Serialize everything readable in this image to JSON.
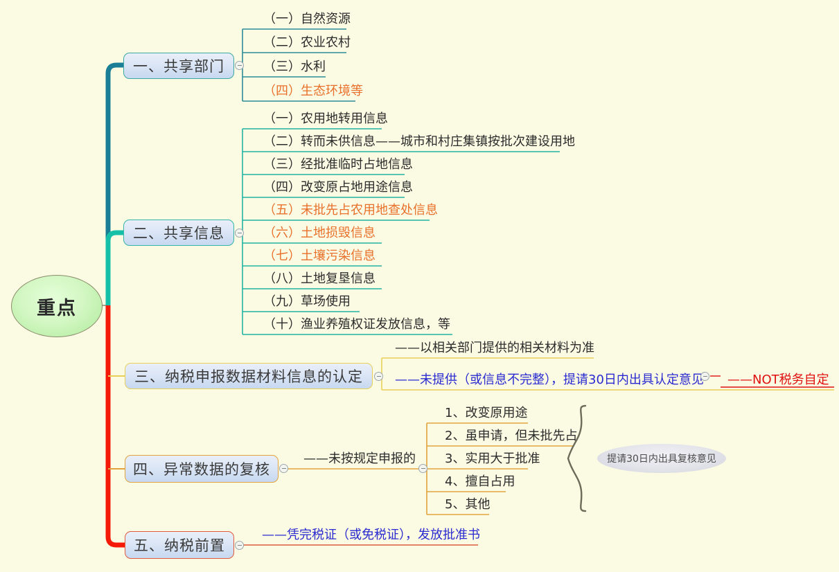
{
  "root": {
    "label": "重点"
  },
  "colors": {
    "background": "#fbfbe4",
    "trunk_top": "#1a7f96",
    "trunk_mid": "#16c0a8",
    "trunk_bottom": "#f51a08",
    "branch1": "#2b8b96",
    "branch2": "#22b3a2",
    "branch3": "#e8cf58",
    "branch4": "#e2a33c",
    "branch5": "#e05a3c",
    "accent_orange": "#e8702a",
    "accent_blue": "#2a2ad0",
    "accent_red": "#e01010"
  },
  "branches": [
    {
      "id": "branch-1",
      "label": "一、共享部门",
      "toggle": "collapse-toggle",
      "children": [
        {
          "text": "（一）自然资源",
          "color": "black"
        },
        {
          "text": "（二）农业农村",
          "color": "black"
        },
        {
          "text": "（三）水利",
          "color": "black"
        },
        {
          "text": "（四）生态环境等",
          "color": "orange"
        }
      ]
    },
    {
      "id": "branch-2",
      "label": "二、共享信息",
      "toggle": "collapse-toggle",
      "children": [
        {
          "text": "（一）农用地转用信息",
          "color": "black"
        },
        {
          "text": "（二）转而未供信息——城市和村庄集镇按批次建设用地",
          "color": "black"
        },
        {
          "text": "（三）经批准临时占地信息",
          "color": "black"
        },
        {
          "text": "（四）改变原占地用途信息",
          "color": "black"
        },
        {
          "text": "（五）未批先占农用地查处信息",
          "color": "orange"
        },
        {
          "text": "（六）土地损毁信息",
          "color": "orange"
        },
        {
          "text": "（七）土壤污染信息",
          "color": "orange"
        },
        {
          "text": "（八）土地复垦信息",
          "color": "black"
        },
        {
          "text": "（九）草场使用",
          "color": "black"
        },
        {
          "text": "（十）渔业养殖权证发放信息，等",
          "color": "black"
        }
      ]
    },
    {
      "id": "branch-3",
      "label": "三、纳税申报数据材料信息的认定",
      "toggle": "collapse-toggle",
      "children": [
        {
          "text": "——以相关部门提供的相关材料为准",
          "color": "black"
        },
        {
          "text": "——未提供（或信息不完整），提请30日内出具认定意见",
          "color": "blue"
        }
      ],
      "grandchild": {
        "text": "——NOT税务自定",
        "color": "red",
        "toggle": "collapse-toggle"
      }
    },
    {
      "id": "branch-4",
      "label": "四、异常数据的复核",
      "toggle": "collapse-toggle",
      "children": [
        {
          "text": "——未按规定申报的",
          "color": "black",
          "toggle": "collapse-toggle"
        }
      ],
      "grandchildren": [
        {
          "text": "1、改变原用途",
          "color": "black"
        },
        {
          "text": "2、虽申请，但未批先占",
          "color": "black"
        },
        {
          "text": "3、实用大于批准",
          "color": "black"
        },
        {
          "text": "4、擅自占用",
          "color": "black"
        },
        {
          "text": "5、其他",
          "color": "black"
        }
      ],
      "callout": {
        "text": "提请30日内出具复核意见"
      }
    },
    {
      "id": "branch-5",
      "label": "五、纳税前置",
      "toggle": "collapse-toggle",
      "children": [
        {
          "text": "——凭完税证（或免税证），发放批准书",
          "color": "blue"
        }
      ]
    }
  ]
}
